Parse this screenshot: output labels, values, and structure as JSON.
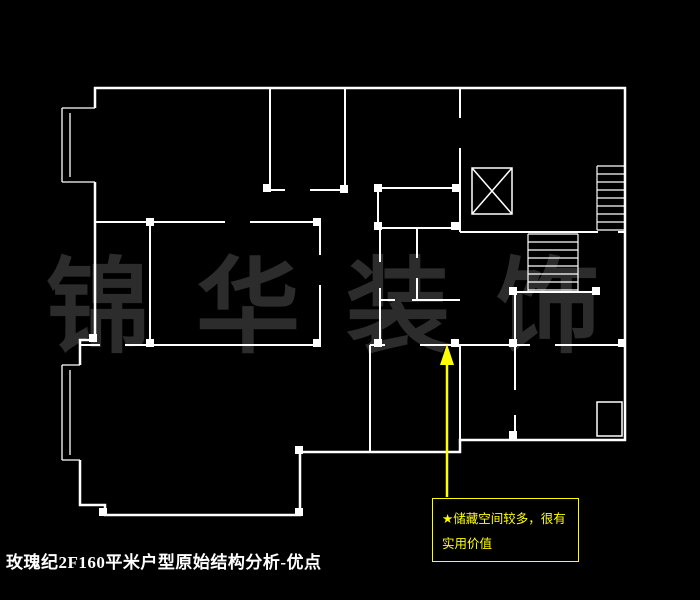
{
  "page": {
    "title": "玫瑰纪2F160平米户型原始结构分析-优点",
    "watermark": "锦 华 装 饰",
    "background_color": "#000000"
  },
  "annotation": {
    "lines": [
      "★储藏空间较多，很有",
      "实用价值"
    ],
    "color": "#ffff00"
  },
  "floor_plan": {
    "wall_color": "#ffffff",
    "arrow_color": "#ffff00",
    "watermark_color": "#2c2c2c",
    "features": [
      "elevator-shaft",
      "staircase-top-right",
      "staircase-middle",
      "bay-window-top-left",
      "bay-window-bottom-left",
      "storage-rooms"
    ]
  }
}
